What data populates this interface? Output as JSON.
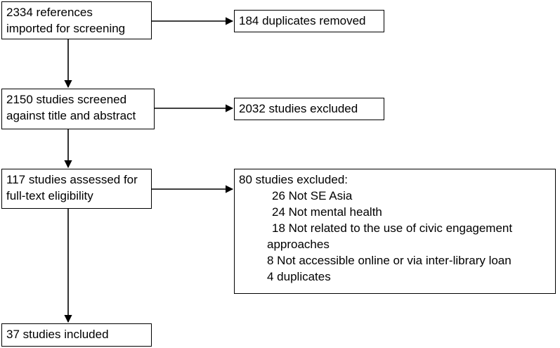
{
  "flow": {
    "box1": {
      "lines": [
        "2334 references",
        "imported for screening"
      ]
    },
    "box2": {
      "lines": [
        "2150 studies screened",
        "against title and abstract"
      ]
    },
    "box3": {
      "lines": [
        "117 studies assessed for",
        "full-text eligibility"
      ]
    },
    "box4": {
      "lines": [
        "37 studies included"
      ]
    }
  },
  "exclusions": {
    "duplicates": "184 duplicates removed",
    "screen_excluded": "2032 studies excluded",
    "fulltext": {
      "header": "80 studies excluded:",
      "items": [
        "26  Not SE Asia",
        "24  Not mental health",
        "18  Not related to the use of civic engagement",
        "approaches",
        "8  Not accessible online or via inter-library loan",
        "4  duplicates"
      ]
    }
  },
  "colors": {
    "stroke": "#000000",
    "background": "#ffffff"
  }
}
